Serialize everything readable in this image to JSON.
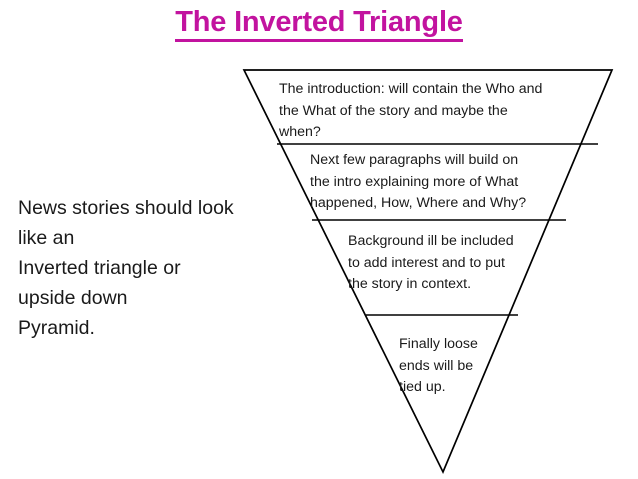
{
  "slide": {
    "background_color": "#ffffff",
    "title": {
      "text": "The Inverted Triangle",
      "color": "#C2139F",
      "underlined": true,
      "bold": true
    },
    "left_text": {
      "lines": [
        "News stories should look",
        "like an",
        "Inverted triangle or",
        "upside down",
        "Pyramid."
      ]
    },
    "diagram": {
      "shape": "inverted-triangle",
      "outline_color": "#000000",
      "fill_color": "#ffffff",
      "sections": [
        {
          "id": "introduction",
          "lines": [
            "The introduction: will contain the Who and",
            "the What of the story and maybe the",
            "when?"
          ]
        },
        {
          "id": "next-paragraphs",
          "lines": [
            "Next few paragraphs  will build on",
            "the intro explaining more of What",
            "happened, How, Where and Why?"
          ]
        },
        {
          "id": "background",
          "lines": [
            "Background ill be included",
            "to add interest and to put",
            "the story in context."
          ]
        },
        {
          "id": "loose-ends",
          "lines": [
            "Finally loose",
            "ends will be",
            "tied up."
          ]
        }
      ]
    }
  }
}
